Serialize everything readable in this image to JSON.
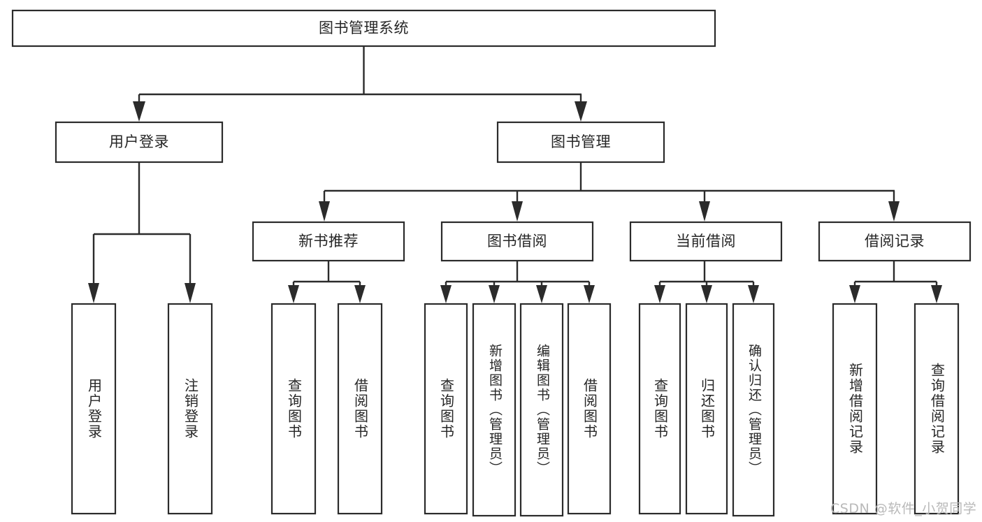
{
  "diagram": {
    "title": "图书管理系统",
    "type": "tree-hierarchy-diagram",
    "root": {
      "label": "图书管理系统"
    },
    "level2": [
      {
        "label": "用户登录"
      },
      {
        "label": "图书管理"
      }
    ],
    "level3": [
      {
        "label": "新书推荐"
      },
      {
        "label": "图书借阅"
      },
      {
        "label": "当前借阅"
      },
      {
        "label": "借阅记录"
      }
    ],
    "leaves": {
      "user_login": [
        {
          "label": "用户登录"
        },
        {
          "label": "注销登录"
        }
      ],
      "new_book_recommend": [
        {
          "label": "查询图书"
        },
        {
          "label": "借阅图书"
        }
      ],
      "book_borrow": [
        {
          "label": "查询图书"
        },
        {
          "label": "新增图书（管理员）"
        },
        {
          "label": "编辑图书（管理员）"
        },
        {
          "label": "借阅图书"
        }
      ],
      "current_borrow": [
        {
          "label": "查询图书"
        },
        {
          "label": "归还图书"
        },
        {
          "label": "确认归还（管理员）"
        }
      ],
      "borrow_record": [
        {
          "label": "新增借阅记录"
        },
        {
          "label": "查询借阅记录"
        }
      ]
    }
  },
  "watermark": {
    "text": "CSDN @软件_小贺同学"
  },
  "colors": {
    "stroke": "#2b2b2b",
    "fill": "#ffffff",
    "text": "#262626",
    "watermark": "#b9b9b9"
  }
}
